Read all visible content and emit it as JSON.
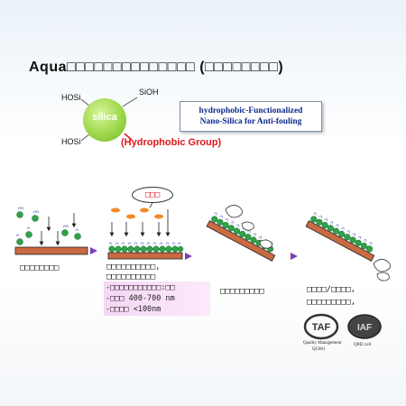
{
  "title": "Aqua□□□□□□□□□□□□□□ (□□□□□□□□)",
  "molecule": {
    "hosi_top": "HOSi",
    "sioh": "SiOH",
    "hosi_bottom": "HOSi",
    "core": "silica",
    "group": "(Hydrophobic Group)"
  },
  "info_box": {
    "line1": "hydrophobic-Functionalized",
    "line2": "Nano-Silica for Anti-fouling"
  },
  "cloud_label": "□□□",
  "steps": {
    "step1": "□□□□□□□□",
    "step2_line1": "□□□□□□□□□□,",
    "step2_line2": "□□□□□□□□□□",
    "step3": "□□□□□□□□□",
    "step4_line1": "□□□□/□□□□,",
    "step4_line2": "□□□□□□□□□,"
  },
  "specs": {
    "line1": "-□□□□□□□□□□□:□□",
    "line2": "-□□□ 400-700  nm",
    "line3": "-□□□□  <100nm"
  },
  "logos": {
    "taf_caption_line1": "Quality Management",
    "taf_caption_line2": "QC801",
    "iaf_caption": "QM2.xx6"
  },
  "colors": {
    "substrate": "#c96a42",
    "particle": "#2fa24a",
    "hydrophobe": "#7a86c6",
    "arrow": "#7b3fb3",
    "droplet": "#f28a24"
  }
}
